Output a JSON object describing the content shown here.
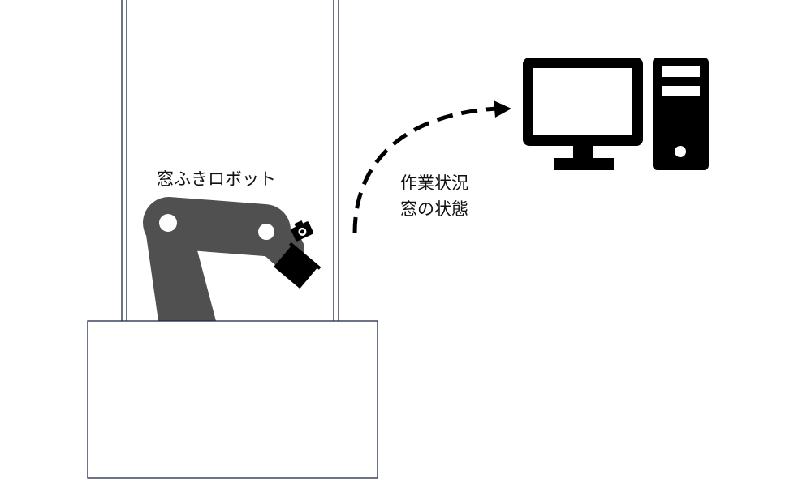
{
  "robot": {
    "label": "窓ふきロボット"
  },
  "transmission": {
    "lines": [
      "作業状況",
      "窓の状態"
    ]
  },
  "colors": {
    "arm": "#505050",
    "ink": "#000000",
    "frame": "#1f2a44"
  }
}
